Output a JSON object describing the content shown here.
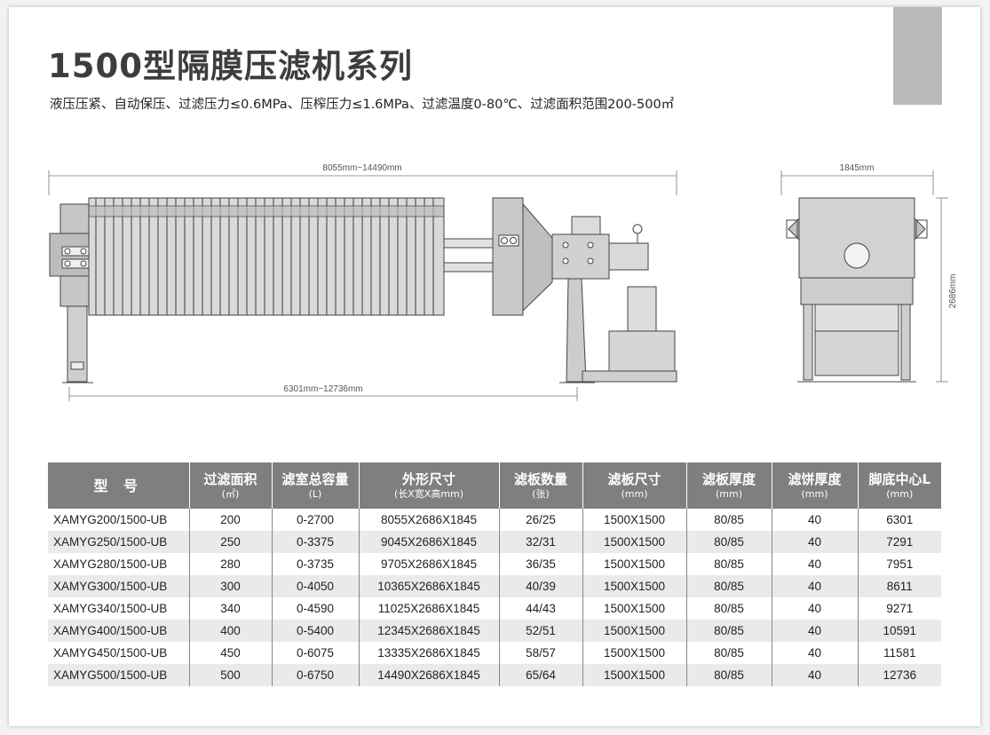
{
  "header": {
    "title": "1500型隔膜压滤机系列",
    "subtitle": "液压压紧、自动保压、过滤压力≤0.6MPa、压榨压力≤1.6MPa、过滤温度0-80℃、过滤面积范围200-500㎡"
  },
  "drawing": {
    "overall_length": "8055mm~14490mm",
    "foot_center": "6301mm~12736mm",
    "side_width": "1845mm",
    "side_height": "2686mm"
  },
  "table": {
    "headers": [
      {
        "main": "型 号",
        "unit": ""
      },
      {
        "main": "过滤面积",
        "unit": "(㎡)"
      },
      {
        "main": "滤室总容量",
        "unit": "(L)"
      },
      {
        "main": "外形尺寸",
        "unit": "(长X宽X高mm)"
      },
      {
        "main": "滤板数量",
        "unit": "(张)"
      },
      {
        "main": "滤板尺寸",
        "unit": "(mm)"
      },
      {
        "main": "滤板厚度",
        "unit": "(mm)"
      },
      {
        "main": "滤饼厚度",
        "unit": "(mm)"
      },
      {
        "main": "脚底中心L",
        "unit": "(mm)"
      }
    ],
    "rows": [
      [
        "XAMYG200/1500-UB",
        "200",
        "0-2700",
        "8055X2686X1845",
        "26/25",
        "1500X1500",
        "80/85",
        "40",
        "6301"
      ],
      [
        "XAMYG250/1500-UB",
        "250",
        "0-3375",
        "9045X2686X1845",
        "32/31",
        "1500X1500",
        "80/85",
        "40",
        "7291"
      ],
      [
        "XAMYG280/1500-UB",
        "280",
        "0-3735",
        "9705X2686X1845",
        "36/35",
        "1500X1500",
        "80/85",
        "40",
        "7951"
      ],
      [
        "XAMYG300/1500-UB",
        "300",
        "0-4050",
        "10365X2686X1845",
        "40/39",
        "1500X1500",
        "80/85",
        "40",
        "8611"
      ],
      [
        "XAMYG340/1500-UB",
        "340",
        "0-4590",
        "11025X2686X1845",
        "44/43",
        "1500X1500",
        "80/85",
        "40",
        "9271"
      ],
      [
        "XAMYG400/1500-UB",
        "400",
        "0-5400",
        "12345X2686X1845",
        "52/51",
        "1500X1500",
        "80/85",
        "40",
        "10591"
      ],
      [
        "XAMYG450/1500-UB",
        "450",
        "0-6075",
        "13335X2686X1845",
        "58/57",
        "1500X1500",
        "80/85",
        "40",
        "11581"
      ],
      [
        "XAMYG500/1500-UB",
        "500",
        "0-6750",
        "14490X2686X1845",
        "65/64",
        "1500X1500",
        "80/85",
        "40",
        "12736"
      ]
    ]
  }
}
